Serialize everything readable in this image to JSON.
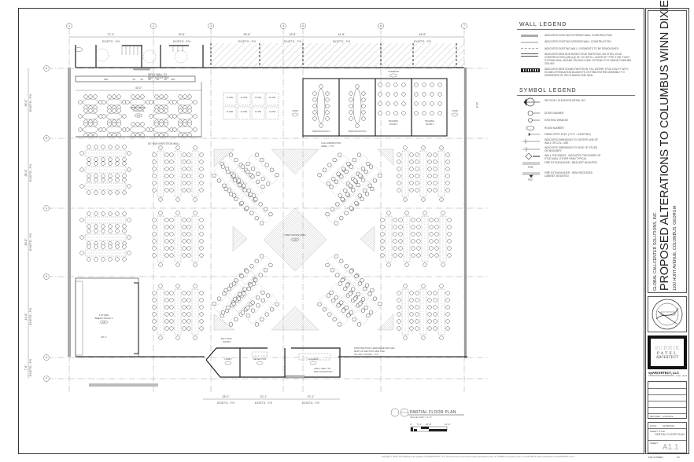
{
  "sheet": {
    "client": "GLOBAL CALLCENTER SOLUTIONS, INC.",
    "project_title": "PROPOSED ALTERATIONS TO COLUMBUS WINN DIXIE",
    "address": "1100 HUNT AVENUE, COLUMBUS, GEORGIA",
    "seal_text": "STATE OF GEORGIA · REGISTERED ARCHITECT · RA012808",
    "architect_logo": [
      "SUDHIR",
      "PATEL",
      "ARCHITECT"
    ],
    "firm_name": "spARCHITECT, LLC",
    "firm_info": "CONSULTANT INFORMATION · email · phone",
    "revised_label": "REVISED:",
    "revised_value": "2/11/2019",
    "date_label": "DATE:",
    "date_value": "01/08/2019",
    "sheet_title_label": "SHEET TITLE:",
    "sheet_title_value": "PARTIAL FLOOR PLAN",
    "sheet_label": "SHEET:",
    "sheet_number": "A1.1",
    "job_label": "JOB NUMBER",
    "of_label": "OF"
  },
  "wall_legend": {
    "title": "WALL LEGEND",
    "items": [
      {
        "symbol": "solid-gray-thick",
        "text": "INDICATES EXISTING EXTERIOR WALL CONSTRUCTION"
      },
      {
        "symbol": "solid-gray-light",
        "text": "INDICATES EXISTING INTERIOR WALL CONSTRUCTION"
      },
      {
        "symbol": "dashed",
        "text": "INDICATES EXISTING WALL / ELEMENTS TO BE DEMOLISHED"
      },
      {
        "symbol": "double-line",
        "text": "INDICATES NEW NON RATED STUD PARTITION. 3/8 STEEL STUD CONSTRUCTION (UNO) @ 16\" OC WITH 1 LAYER OF TYPE X 5/8\" THICK GYPSUM WALL BOARD ON EACH SIDE. EXTEND TO 6\" ABOVE FINISHED CEILING"
      },
      {
        "symbol": "hatched-box",
        "text": "INDICATES NEW SOUND PARTITION. FILL ENTIRE STUD CAVITY WITH SOUND ATTENUATION BLANKETS. EXTEND ENTIRE ASSEMBLY TO UNDERSIDE OF DECK ABOVE AND SEAL."
      }
    ]
  },
  "symbol_legend": {
    "title": "SYMBOL LEGEND",
    "items": [
      {
        "symbol": "section-elevation",
        "text": "SECTION / ELEVATION DETAIL NO."
      },
      {
        "symbol": "door-number",
        "text": "DOOR NUMBER"
      },
      {
        "symbol": "existing-window",
        "text": "EXISTING WINDOW"
      },
      {
        "symbol": "room-number",
        "text": "ROOM NUMBER"
      },
      {
        "symbol": "spot-elevation",
        "text": "FINISH SPOT ELEV (+0'-0\" = EXISTING)"
      },
      {
        "symbol": "dim-center",
        "text": "INDICATES DIMENSION TO CENTER LINE OF WALL OR COL. LINE"
      },
      {
        "symbol": "dim-face",
        "text": "INDICATES DIMENSION TO FACE OF STUDS OR MASONRY"
      },
      {
        "symbol": "wall-thickness",
        "text": "WALL THICKNESS - INDICATES THICKNESS OF STUD WALL OTHER THAN TYPICAL"
      },
      {
        "symbol": "fe-bracket",
        "text": "FIRE EXTINGUISHER - BRACKET MOUNTED",
        "tag": "FEB"
      },
      {
        "symbol": "fe-recessed",
        "text": "FIRE EXTINGUISHER - SEMI RECESSED CABINET MOUNTED",
        "tag": "FEC"
      }
    ]
  },
  "floor_plan": {
    "title": "PARTIAL FLOOR PLAN",
    "scale": "SCALE: 3/32\" = 1'-0\"",
    "scale_bar_labels": [
      "0'",
      "5'-4\"",
      "10'-8\"",
      "21'-4\""
    ],
    "column_lines": [
      "1",
      "2",
      "3",
      "4",
      "5",
      "6",
      "7"
    ],
    "row_lines": [
      "A",
      "B",
      "C",
      "D",
      "E",
      "F"
    ],
    "top_dims": [
      {
        "value": "27'-0\"",
        "note": "EXIST'G - F/V"
      },
      {
        "value": "33'-8\"",
        "note": "EXIST'G - F/V"
      },
      {
        "value": "35'-8\"",
        "note": "EXIST'G - F/V"
      },
      {
        "value": "18'-8\"",
        "note": "EXIST'G - F/V"
      },
      {
        "value": "44'-8\"",
        "note": "EXIST'G - F/V"
      },
      {
        "value": "48'-8\"",
        "note": "EXIST'G - F/V"
      }
    ],
    "left_dims": [
      {
        "value": "38'-8\"",
        "note": "EXIST'G - F/V"
      },
      {
        "value": "38'-8\"",
        "note": "EXIST'G - F/V"
      },
      {
        "value": "38'-8\"",
        "note": "EXIST'G - F/V"
      },
      {
        "value": "44'-8\"",
        "note": "EXIST'G - F/V"
      },
      {
        "value": "7'-8\"",
        "note": "EXIST'G - F/V"
      }
    ],
    "bottom_dims": [
      {
        "value": "28'-0\"",
        "note": "EXIST'G - F/V"
      },
      {
        "value": "20'-1\"",
        "note": "EXIST'G - F/V"
      },
      {
        "value": "37'-0\"",
        "note": "EXIST'G - F/V"
      }
    ],
    "rooms": [
      {
        "name": "BREAK AREA / TRAINING",
        "number": "104"
      },
      {
        "name": "CLOSE",
        "number": "108"
      },
      {
        "name": "TRAINING ROOM 1",
        "number": "111"
      },
      {
        "name": "TRAINING ROOM 2",
        "number": "112"
      },
      {
        "name": "TRAINING ROOM 3",
        "number": "113"
      },
      {
        "name": "TRAINING ROOM 4",
        "number": "114"
      },
      {
        "name": "CORRIDOR",
        "number": "114"
      },
      {
        "name": "CORR",
        "number": "116"
      },
      {
        "name": "CORR",
        "number": "117"
      },
      {
        "name": "OPEN OFFICE AREA",
        "number": "101"
      },
      {
        "name": "FUTURE BREAK ROOM 1",
        "number": "120"
      },
      {
        "name": "LOBBY",
        "number": "121"
      },
      {
        "name": "RECEPTION",
        "number": "122"
      },
      {
        "name": "LOCKERS",
        "number": "123"
      }
    ],
    "notes": [
      "INFILL WALL TO MATCH EXISTING",
      "54\" HIGH PARTITION WALL",
      "COLLABORATION AREA - TYP.",
      "EXIT ONLY DOORS",
      "PROVIDE PANIC HARDWARE PER SEC. MFR'S IR SECTION 0822 AND ALL EXIT DOORS - TYP.",
      "INFILL WALL TO MATCH EXISTING"
    ],
    "inner_dims": [
      "44'-0\"",
      "48'-1\"",
      "6'-8\"",
      "9'-8\"",
      "24'-8\""
    ]
  },
  "copyright": "Copyright © 2019. This drawing is the property of spARCHITECT, LLC. This document may not be copied, reproduced, sold, or modified in any way or part, or used without written permission of spARCHITECT, LLC."
}
